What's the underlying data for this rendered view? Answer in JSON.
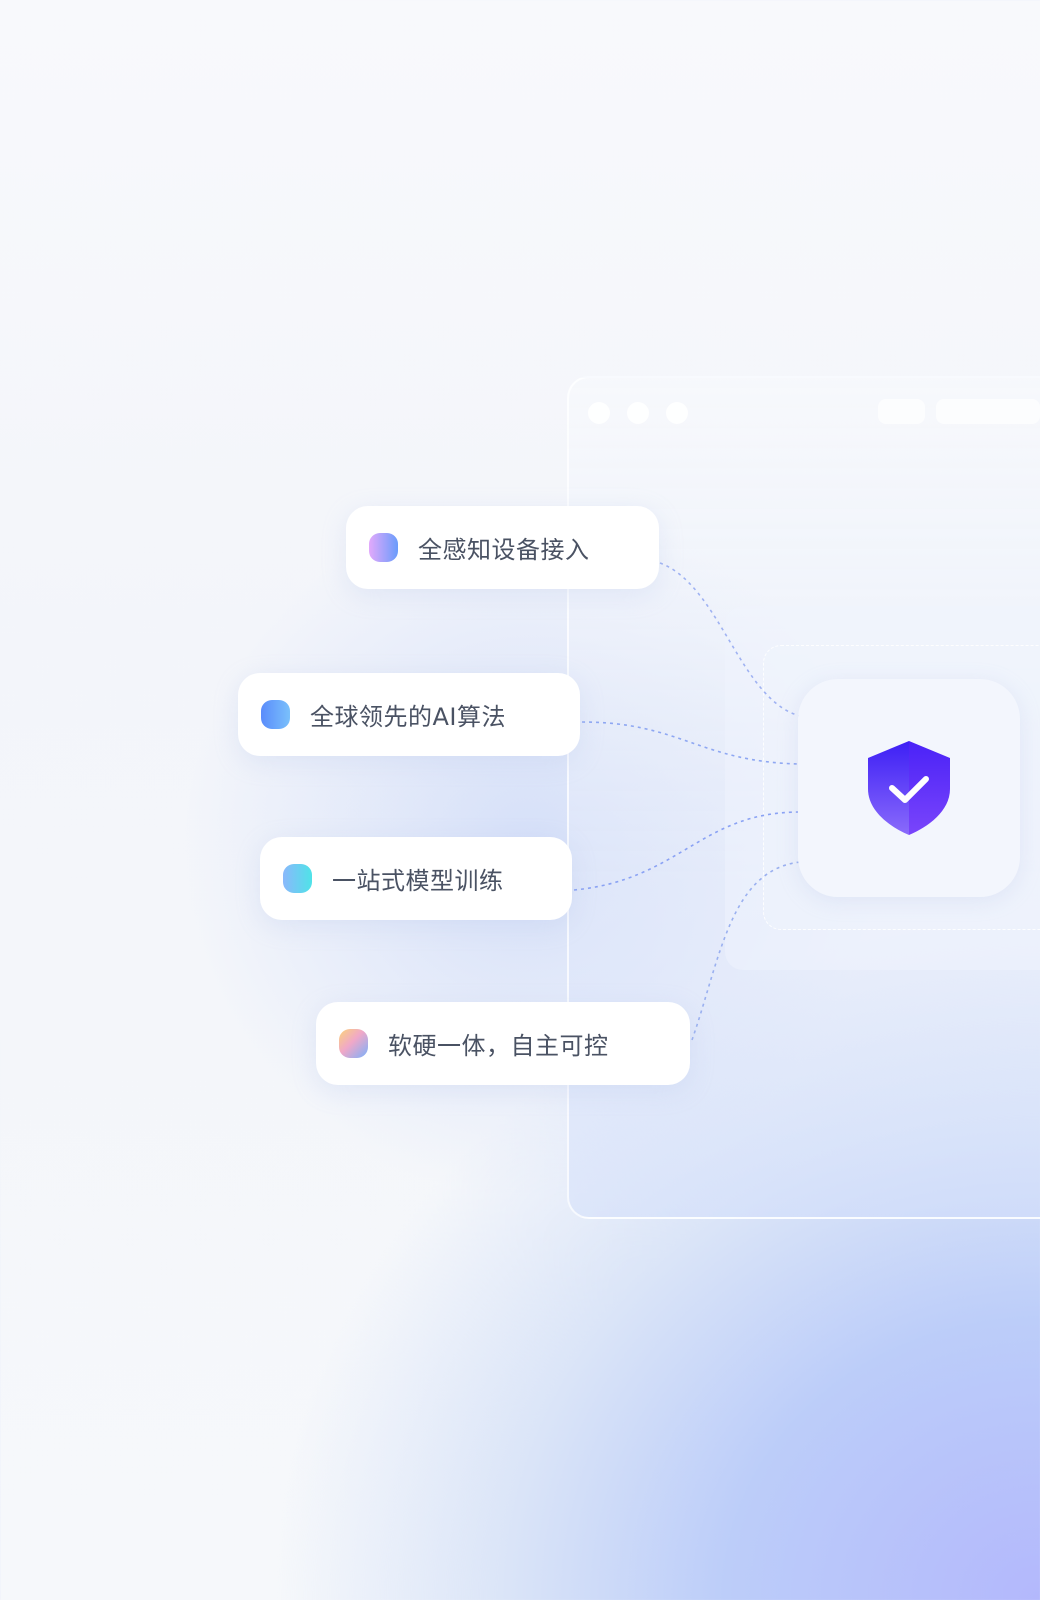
{
  "features": [
    {
      "label": "全感知设备接入",
      "icon": "device-access-icon",
      "colors": [
        "#e2a9fb",
        "#6a9cfb"
      ]
    },
    {
      "label": "全球领先的AI算法",
      "icon": "ai-algorithm-icon",
      "colors": [
        "#5a8cfb",
        "#7ac0fb"
      ]
    },
    {
      "label": "一站式模型训练",
      "icon": "model-training-icon",
      "colors": [
        "#8ab8fb",
        "#4fe3e8"
      ]
    },
    {
      "label": "软硬一体，自主可控",
      "icon": "hardware-software-icon",
      "colors": [
        "#fbd37a",
        "#7ab0fb"
      ]
    }
  ],
  "center_icon": "shield-check-icon",
  "accent": "#4a2cf5"
}
